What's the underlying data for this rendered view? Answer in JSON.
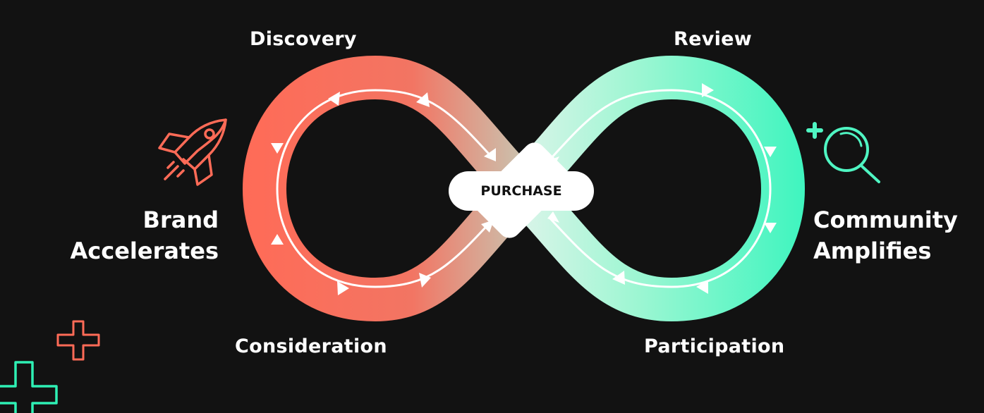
{
  "stages": {
    "top_left": "Discovery",
    "top_right": "Review",
    "bottom_left": "Consideration",
    "bottom_right": "Participation"
  },
  "center": {
    "label": "PURCHASE"
  },
  "left_side": {
    "line1": "Brand",
    "line2": "Accelerates",
    "icon": "rocket-icon"
  },
  "right_side": {
    "line1": "Community",
    "line2": "Amplifies",
    "icon": "search-plus-icon"
  },
  "decorations": [
    "plus-outline-coral",
    "plus-outline-green"
  ],
  "colors": {
    "background": "#121212",
    "coral": "#ff6b57",
    "green": "#4ff5c2",
    "pill": "#ffffff",
    "pill_text": "#111111"
  }
}
